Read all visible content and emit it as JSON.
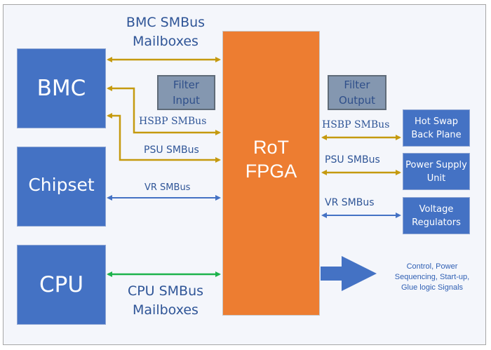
{
  "colors": {
    "host_box": "#4472c4",
    "fpga": "#ed7d31",
    "filter": "#8497b0",
    "bus_gold": "#c59a0f",
    "bus_blue": "#4472c4",
    "bus_green": "#1db34c",
    "label_text": "#2f5597"
  },
  "hosts": {
    "bmc": "BMC",
    "chipset": "Chipset",
    "cpu": "CPU"
  },
  "fpga": {
    "line1": "RoT",
    "line2": "FPGA"
  },
  "filters": {
    "input": [
      "Filter",
      "Input"
    ],
    "output": [
      "Filter",
      "Output"
    ]
  },
  "devices": {
    "hsbp": [
      "Hot Swap",
      "Back Plane"
    ],
    "psu": [
      "Power Supply",
      "Unit"
    ],
    "vr": [
      "Voltage",
      "Regulators"
    ]
  },
  "buses": {
    "bmc_mailbox": [
      "BMC SMBus",
      "Mailboxes"
    ],
    "left_hsbp": "HSBP SMBus",
    "left_psu": "PSU SMBus",
    "left_vr": "VR SMBus",
    "cpu_mailbox": [
      "CPU SMBus",
      "Mailboxes"
    ],
    "right_hsbp": "HSBP SMBus",
    "right_psu": "PSU SMBus",
    "right_vr": "VR SMBus"
  },
  "signals_note": [
    "Control, Power",
    "Sequencing, Start-up,",
    "Glue logic Signals"
  ]
}
